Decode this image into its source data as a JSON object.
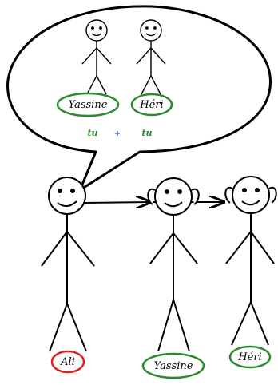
{
  "bubble": {
    "thought": {
      "name_1": "Yassine",
      "name_2": "Héri",
      "word_1": "tu",
      "operator": "+",
      "word_2": "tu"
    }
  },
  "people": {
    "speaker": "Ali",
    "listener_1": "Yassine",
    "listener_2": "Héri"
  },
  "colors": {
    "listener_ring": "#2b8a2b",
    "speaker_ring": "#e02020",
    "operator": "#1f3fbf",
    "line": "#000000"
  }
}
